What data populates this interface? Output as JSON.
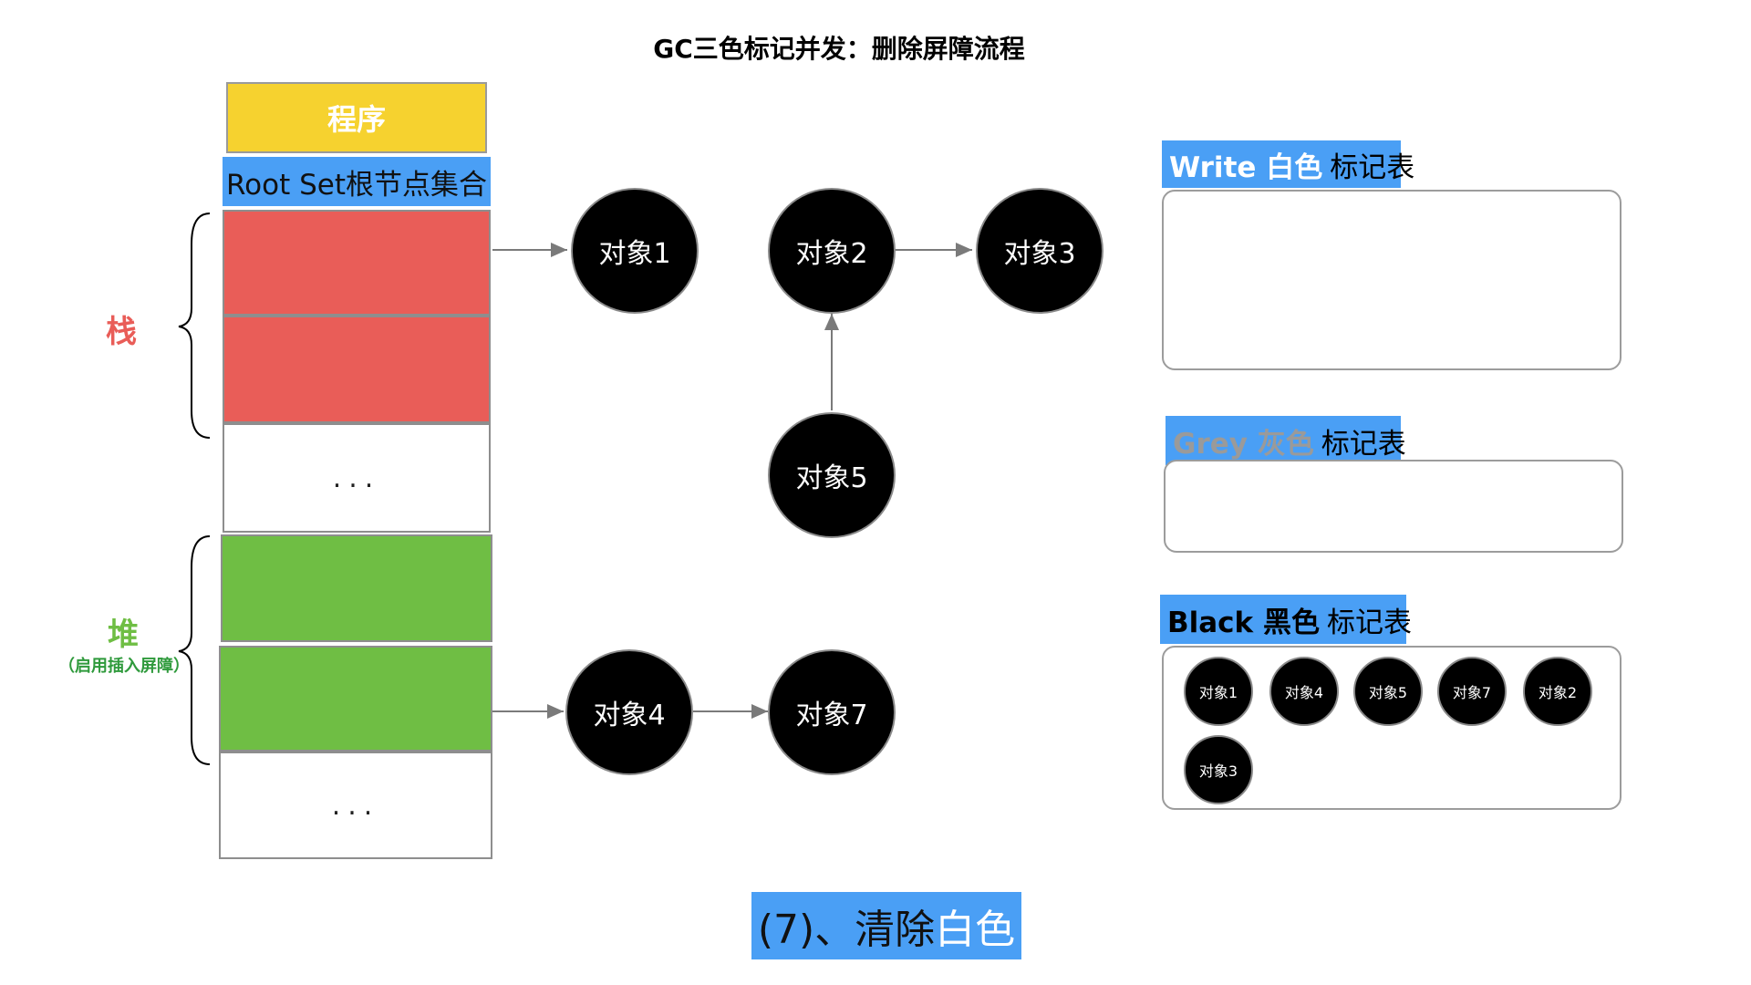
{
  "title": "GC三色标记并发：删除屏障流程",
  "program_label": "程序",
  "root_set_label": "Root Set根节点集合",
  "stack_cells": [
    {
      "color": "#e95d58",
      "text": ""
    },
    {
      "color": "#e95d58",
      "text": ""
    },
    {
      "color": "#ffffff",
      "text": "..."
    }
  ],
  "heap_cells": [
    {
      "color": "#6fbe44",
      "text": ""
    },
    {
      "color": "#6fbe44",
      "text": ""
    },
    {
      "color": "#ffffff",
      "text": "..."
    }
  ],
  "stack_label": "栈",
  "heap_label": "堆",
  "heap_sublabel": "（启用插入屏障）",
  "nodes": {
    "obj1": "对象1",
    "obj2": "对象2",
    "obj3": "对象3",
    "obj4": "对象4",
    "obj5": "对象5",
    "obj7": "对象7"
  },
  "edges": [
    {
      "from": "stack-cell-1",
      "to": "obj1"
    },
    {
      "from": "obj2",
      "to": "obj3"
    },
    {
      "from": "obj5",
      "to": "obj2"
    },
    {
      "from": "heap-cell-2",
      "to": "obj4"
    },
    {
      "from": "obj4",
      "to": "obj7"
    }
  ],
  "tables": {
    "white": {
      "bold": "Write 白色",
      "rest": "标记表",
      "bold_color": "#ffffff",
      "items": []
    },
    "grey": {
      "bold": "Grey 灰色",
      "rest": "标记表",
      "bold_color": "#9a9a9a",
      "items": []
    },
    "black": {
      "bold": "Black 黑色",
      "rest": "标记表",
      "bold_color": "#000000",
      "items": [
        "对象1",
        "对象4",
        "对象5",
        "对象7",
        "对象2",
        "对象3"
      ]
    }
  },
  "step_label": "(7)、清除",
  "step_highlight": "白色",
  "colors": {
    "accent_blue": "#4a9ff5",
    "program_yellow": "#f6d22f",
    "stack_red": "#e95d58",
    "heap_green": "#6fbe44",
    "node_black": "#000000"
  }
}
